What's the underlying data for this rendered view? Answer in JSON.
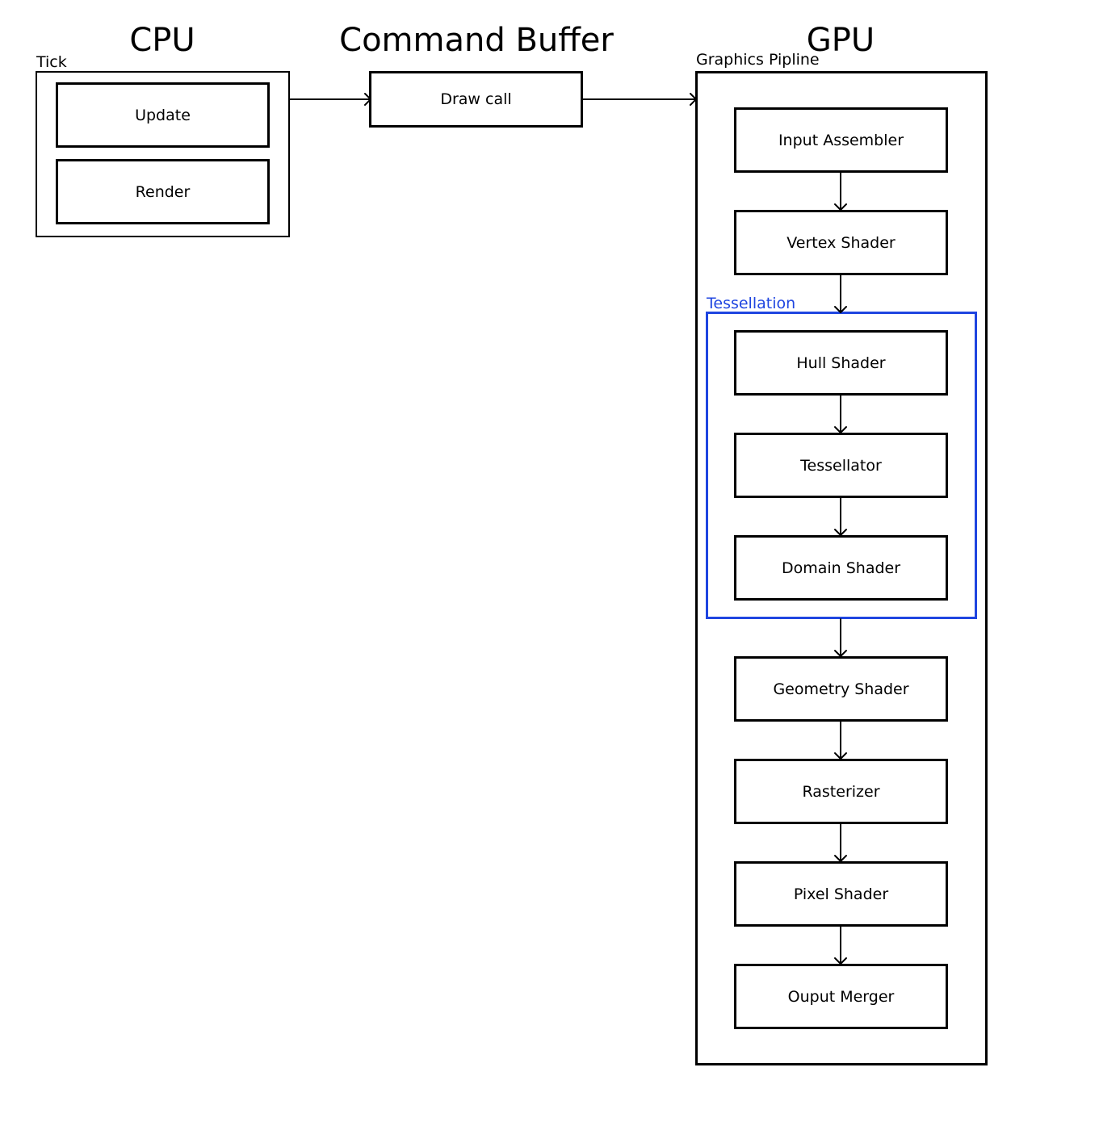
{
  "headings": {
    "cpu": "CPU",
    "command_buffer": "Command Buffer",
    "gpu": "GPU"
  },
  "cpu": {
    "group_label": "Tick",
    "nodes": [
      "Update",
      "Render"
    ]
  },
  "command_buffer": {
    "node": "Draw call"
  },
  "gpu": {
    "group_label": "Graphics Pipline",
    "tessellation_label": "Tessellation",
    "stages": [
      "Input Assembler",
      "Vertex Shader",
      "Hull Shader",
      "Tessellator",
      "Domain Shader",
      "Geometry Shader",
      "Rasterizer",
      "Pixel Shader",
      "Ouput Merger"
    ]
  },
  "colors": {
    "stroke": "#000000",
    "tessellation": "#1f45e0",
    "background": "#ffffff"
  }
}
